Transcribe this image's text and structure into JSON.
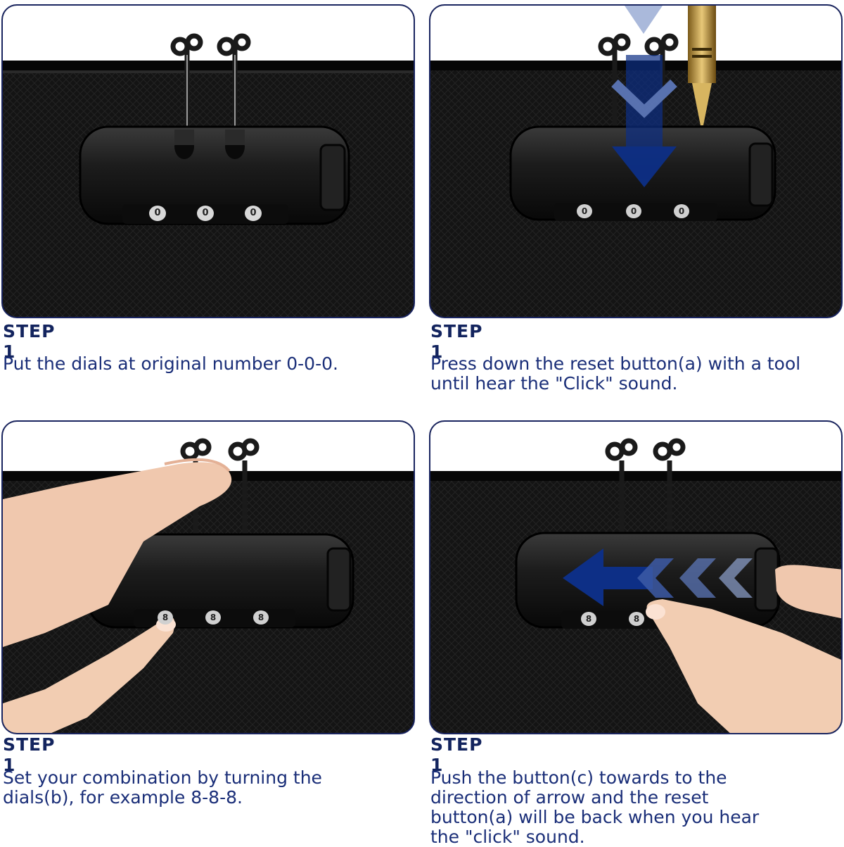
{
  "steps": [
    {
      "title": "STEP 1",
      "description": "Put the dials at original number 0-0-0.",
      "dials": [
        "0",
        "0",
        "0"
      ]
    },
    {
      "title": "STEP 1",
      "description": "Press down the reset button(a) with a tool until hear the \"Click\" sound.",
      "dials": [
        "0",
        "0",
        "0"
      ]
    },
    {
      "title": "STEP 1",
      "description": "Set your combination by turning the dials(b), for example 8-8-8.",
      "dials": [
        "8",
        "8",
        "8"
      ]
    },
    {
      "title": "STEP 1",
      "description": "Push the button(c) towards to the direction of arrow and the reset button(a) will be back when you hear the \"click\" sound.",
      "dials": [
        "8",
        "8",
        ""
      ]
    }
  ],
  "colors": {
    "frame": "#1a2560",
    "title": "#13245e",
    "text": "#1a2e78",
    "arrow": "#0d2f86"
  }
}
